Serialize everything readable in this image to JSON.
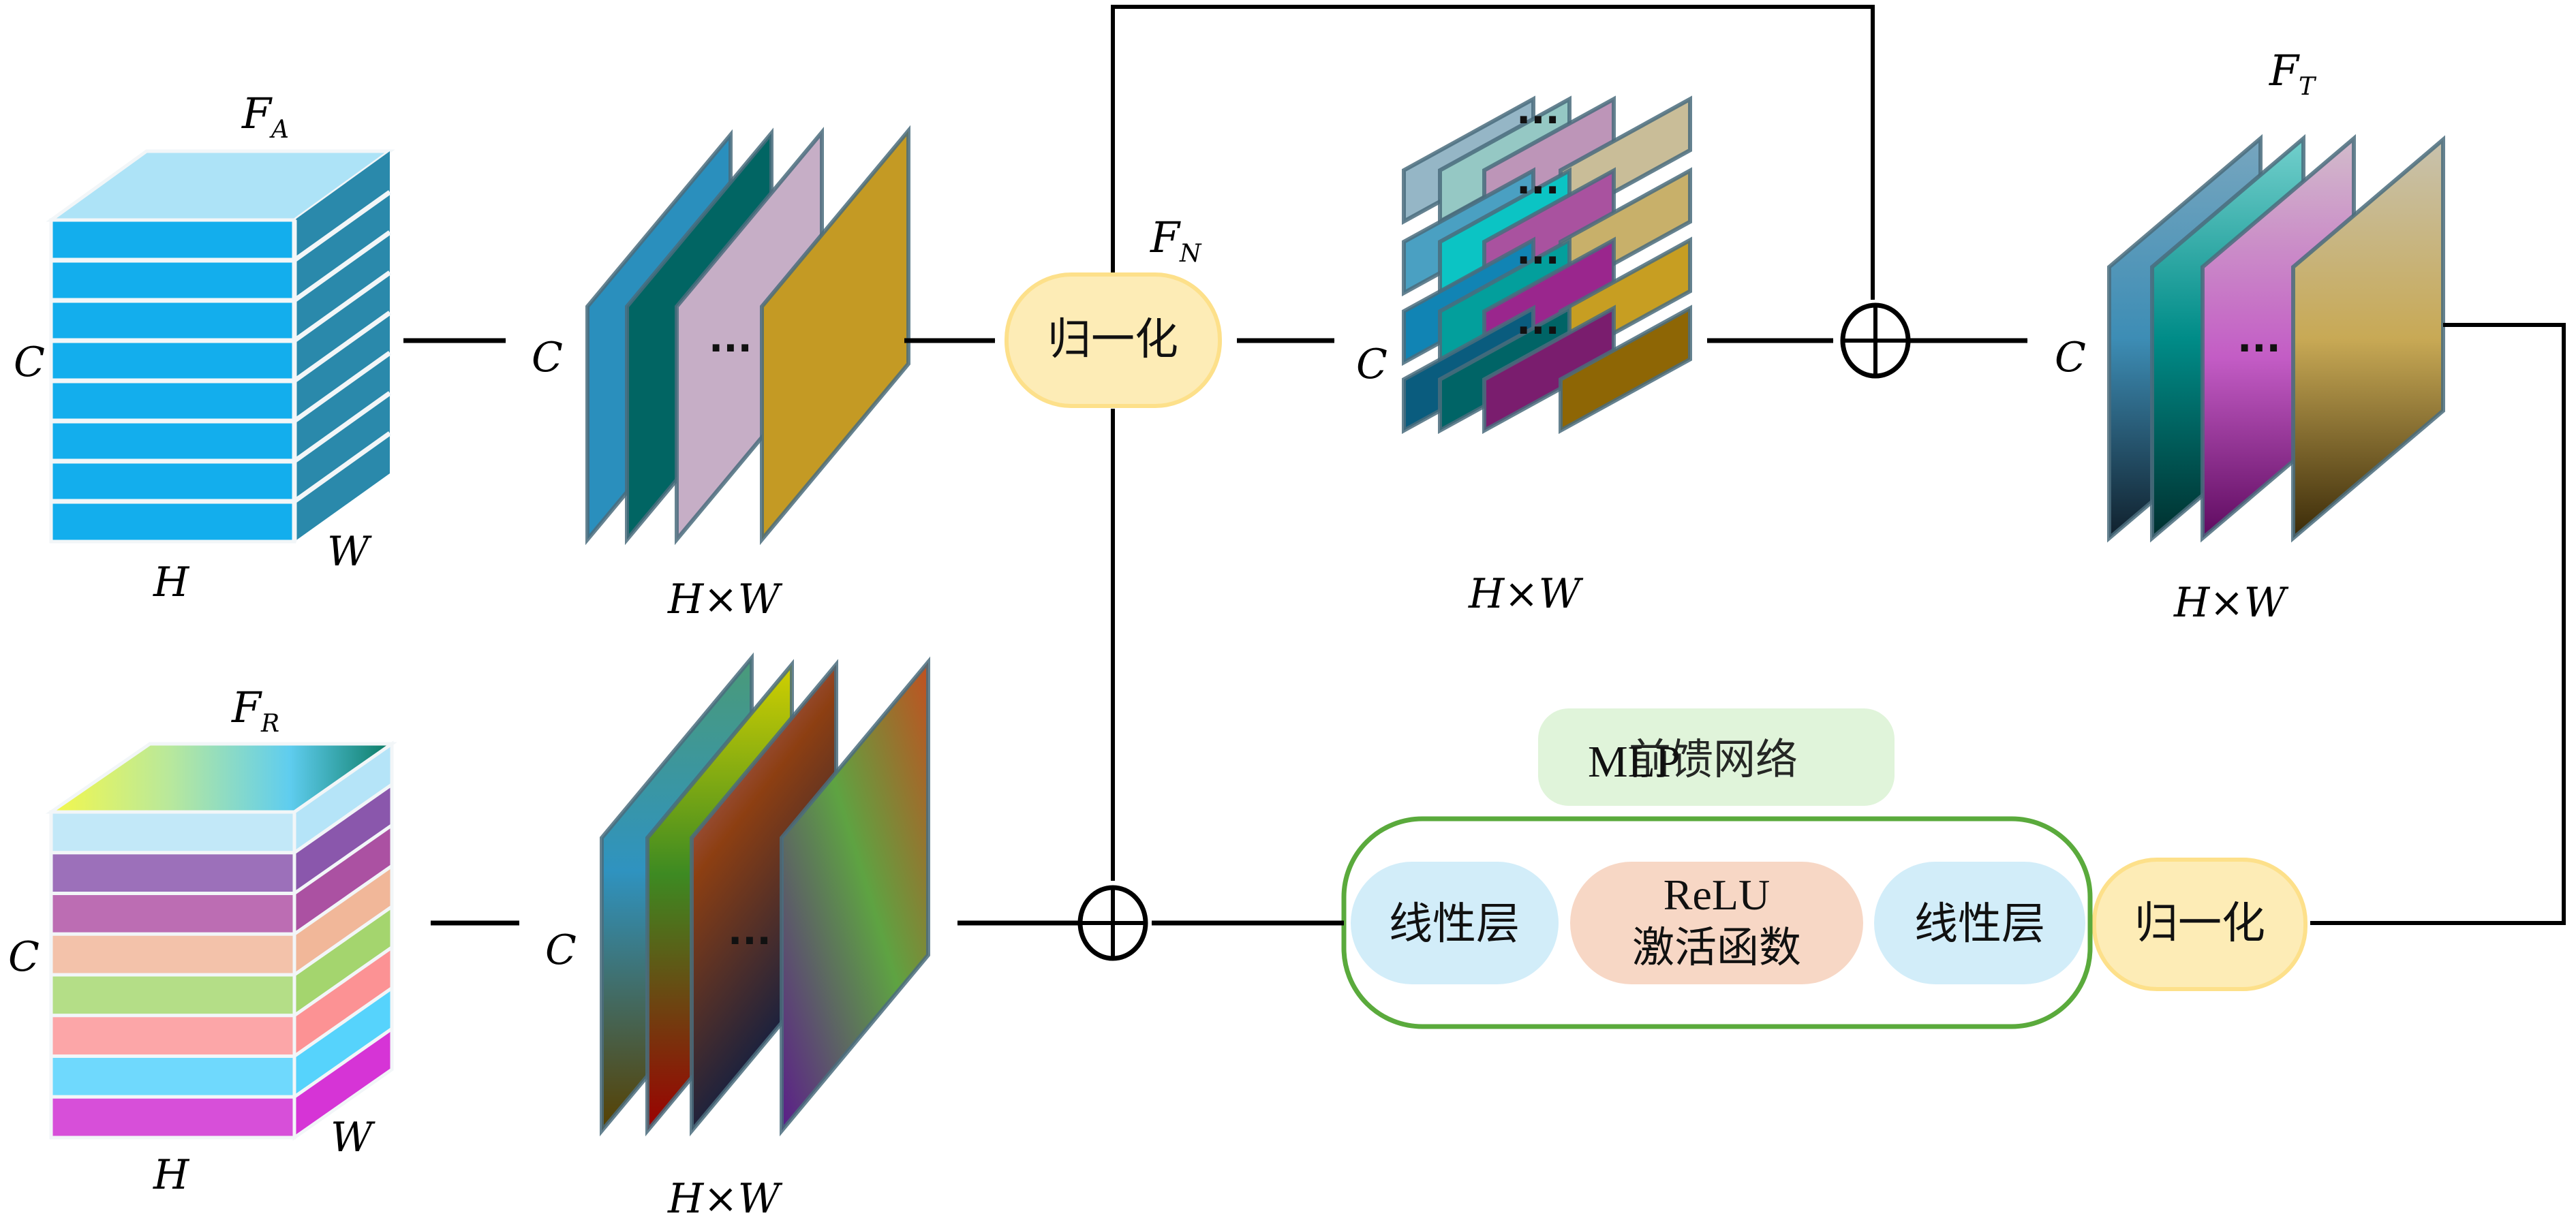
{
  "diagram": {
    "title": "Transformer encoder block: feature map normalization, residual connections and MLP feed-forward network",
    "input_tensor": {
      "name_base": "F",
      "name_sub": "A",
      "dim_channel": "C",
      "dim_height": "H",
      "dim_width": "W",
      "colors": {
        "front": "#13aeed",
        "top": "#ade3f7",
        "side": "#2a89ab"
      }
    },
    "feature_planes_1": {
      "dim_channel": "C",
      "dim_spatial_h": "H",
      "dim_spatial_times": "×",
      "dim_spatial_w": "W",
      "ellipsis": "···",
      "colors": [
        "#2a8fbd",
        "#016563",
        "#c6aec6",
        "#c49a24"
      ]
    },
    "norm_1": {
      "label": "归一化",
      "output_base": "F",
      "output_sub": "N",
      "fill": "#fdecb6",
      "stroke": "#fde08a"
    },
    "token_grid": {
      "dim_channel": "C",
      "dim_spatial_h": "H",
      "dim_spatial_times": "×",
      "dim_spatial_w": "W",
      "ellipsis": "···",
      "rows": 4,
      "columns": 4,
      "colors": [
        [
          "#95b6c6",
          "#95c8c4",
          "#bd95b8",
          "#c9bd98"
        ],
        [
          "#4aa0c2",
          "#0bc4c4",
          "#a9529f",
          "#c8b06a"
        ],
        [
          "#1184b4",
          "#039f9c",
          "#9a268d",
          "#c79e22"
        ],
        [
          "#0a5c7e",
          "#006466",
          "#7a1d6e",
          "#8e6605"
        ]
      ]
    },
    "add_1": {
      "symbol": "⊕"
    },
    "output_tensor_T": {
      "name_base": "F",
      "name_sub": "T",
      "dim_channel": "C",
      "dim_spatial_h": "H",
      "dim_spatial_times": "×",
      "dim_spatial_w": "W",
      "ellipsis": "···",
      "gradients": [
        [
          "#77a6bf",
          "#3d8db5",
          "#10202c"
        ],
        [
          "#73d0cd",
          "#008c88",
          "#002f2e"
        ],
        [
          "#d2bccb",
          "#c35cc5",
          "#5e0a5f"
        ],
        [
          "#c8c2ae",
          "#c8a955",
          "#3a2a08"
        ]
      ]
    },
    "norm_2": {
      "label": "归一化",
      "fill": "#fdecb6",
      "stroke": "#fde08a"
    },
    "mlp": {
      "title_en": "MLP",
      "title_zh": "前馈网络",
      "title_fill": "#e0f4da",
      "border_color": "#5aaa3c",
      "blocks": [
        {
          "label": "线性层",
          "fill": "#d2edf9"
        },
        {
          "label_line1": "ReLU",
          "label_line2": "激活函数",
          "fill": "#f7d7c5"
        },
        {
          "label": "线性层",
          "fill": "#d2edf9"
        }
      ]
    },
    "add_2": {
      "symbol": "⊕"
    },
    "feature_planes_2": {
      "dim_channel": "C",
      "dim_spatial_h": "H",
      "dim_spatial_times": "×",
      "dim_spatial_w": "W",
      "ellipsis": "···"
    },
    "output_tensor_R": {
      "name_base": "F",
      "name_sub": "R",
      "dim_channel": "C",
      "dim_height": "H",
      "dim_width": "W",
      "layer_colors": [
        "#c2e8f8",
        "#9c70ba",
        "#bc6db3",
        "#f3c2aa",
        "#b4de87",
        "#fca6a8",
        "#6fd9fd",
        "#d74fd9"
      ],
      "side_colors": [
        "#b5e4f8",
        "#8a57ac",
        "#ab51a2",
        "#f1b799",
        "#a4d56e",
        "#fc9294",
        "#56d3fc",
        "#d634d6"
      ],
      "top_gradient": [
        "#f4f84c",
        "#b8e89c",
        "#5fcdef",
        "#0a7a62"
      ]
    }
  }
}
